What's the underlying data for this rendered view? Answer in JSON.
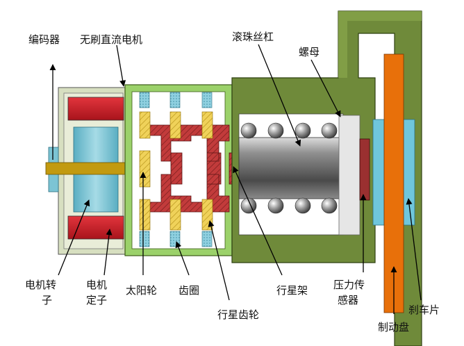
{
  "labels": {
    "encoder": "编码器",
    "bldc_motor": "无刷直流电机",
    "ball_screw": "滚珠丝杠",
    "nut": "螺母",
    "rotor_line1": "电机转",
    "rotor_line2": "子",
    "stator_line1": "电机",
    "stator_line2": "定子",
    "sun_gear": "太阳轮",
    "ring_gear": "齿圈",
    "planet_gear": "行星齿轮",
    "planet_carrier": "行星架",
    "pressure_sensor_line1": "压力传",
    "pressure_sensor_line2": "感器",
    "brake_disc": "制动盘",
    "brake_pad": "刹车片"
  },
  "colors": {
    "housing_green": "#6f8a3a",
    "light_green": "#9bd16a",
    "motor_frame": "#d7dfc0",
    "stator_red": "#d0202a",
    "rotor_cyan": "#7cc4d4",
    "shaft_gold": "#c29a10",
    "gear_red": "#c23b3b",
    "planet_yellow": "#f0d25a",
    "bearing_cyan": "#8fd0e0",
    "screw_gray": "#6e6e6e",
    "nut_gray": "#e6e6e6",
    "sensor_red": "#9a3030",
    "brake_pad_cyan": "#6fc6dc",
    "brake_disc_orange": "#e8700a"
  }
}
